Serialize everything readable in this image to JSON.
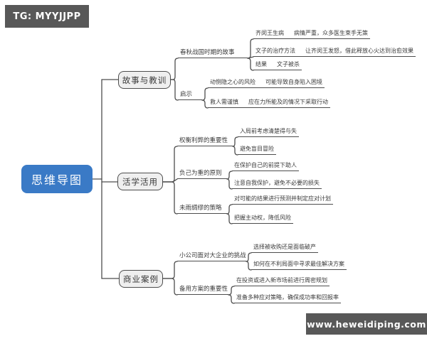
{
  "watermarks": {
    "top_left": "TG: MYYJJPP",
    "bottom_right": "www.heweidiping.com"
  },
  "colors": {
    "root_fill": "#3a7ac6",
    "line": "#4d4d4d",
    "branch_fill": "#efefef",
    "badge_fill": "#585858"
  },
  "root": {
    "label": "思维导图"
  },
  "branches": [
    {
      "label": "故事与教训",
      "children": [
        {
          "label": "春秋战国时期的故事",
          "children": [
            {
              "label": "齐闵王生病",
              "children": [
                {
                  "label": "病情严重，众多医生束手无策"
                }
              ]
            },
            {
              "label": "文子的治疗方法",
              "children": [
                {
                  "label": "让齐闵王发怒，借此释放心火达到治愈效果"
                }
              ]
            },
            {
              "label": "结果",
              "children": [
                {
                  "label": "文子被杀"
                }
              ]
            }
          ]
        },
        {
          "label": "启示",
          "children": [
            {
              "label": "动恻隐之心的风险",
              "children": [
                {
                  "label": "可能导致自身陷入困境"
                }
              ]
            },
            {
              "label": "救人需谨慎",
              "children": [
                {
                  "label": "应在力所能及的情况下采取行动"
                }
              ]
            }
          ]
        }
      ]
    },
    {
      "label": "活学活用",
      "children": [
        {
          "label": "权衡利弊的重要性",
          "children": [
            {
              "label": "入局前考虑清楚得与失"
            },
            {
              "label": "避免盲目冒险"
            }
          ]
        },
        {
          "label": "负己为重的原则",
          "children": [
            {
              "label": "在保护自己的前提下助人"
            },
            {
              "label": "注意自我保护，避免不必要的损失"
            }
          ]
        },
        {
          "label": "未雨绸缪的策略",
          "children": [
            {
              "label": "对可能的结果进行预测并制定应对计划"
            },
            {
              "label": "把握主动权，降低风险"
            }
          ]
        }
      ]
    },
    {
      "label": "商业案例",
      "children": [
        {
          "label": "小公司面对大企业的挑战",
          "children": [
            {
              "label": "选择被收购还是面临破产"
            },
            {
              "label": "如何在不利局面中寻求最佳解决方案"
            }
          ]
        },
        {
          "label": "备用方案的重要性",
          "children": [
            {
              "label": "在投资或进入新市场前进行周密规划"
            },
            {
              "label": "准备多种应对策略，确保成功率和回报率"
            }
          ]
        }
      ]
    }
  ]
}
